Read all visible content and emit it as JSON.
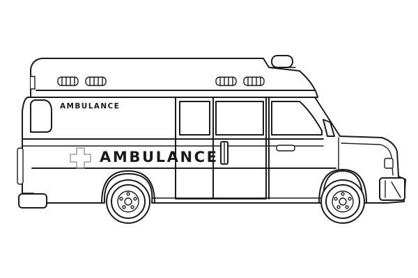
{
  "image": {
    "subject": "ambulance-van-line-drawing",
    "palette": {
      "line": "#1a1a1a",
      "background": "#ffffff",
      "cross": "#8a8a8a"
    }
  },
  "labels": {
    "upper_text": "AMBULANCE",
    "main_text": "AMBULANCE"
  }
}
